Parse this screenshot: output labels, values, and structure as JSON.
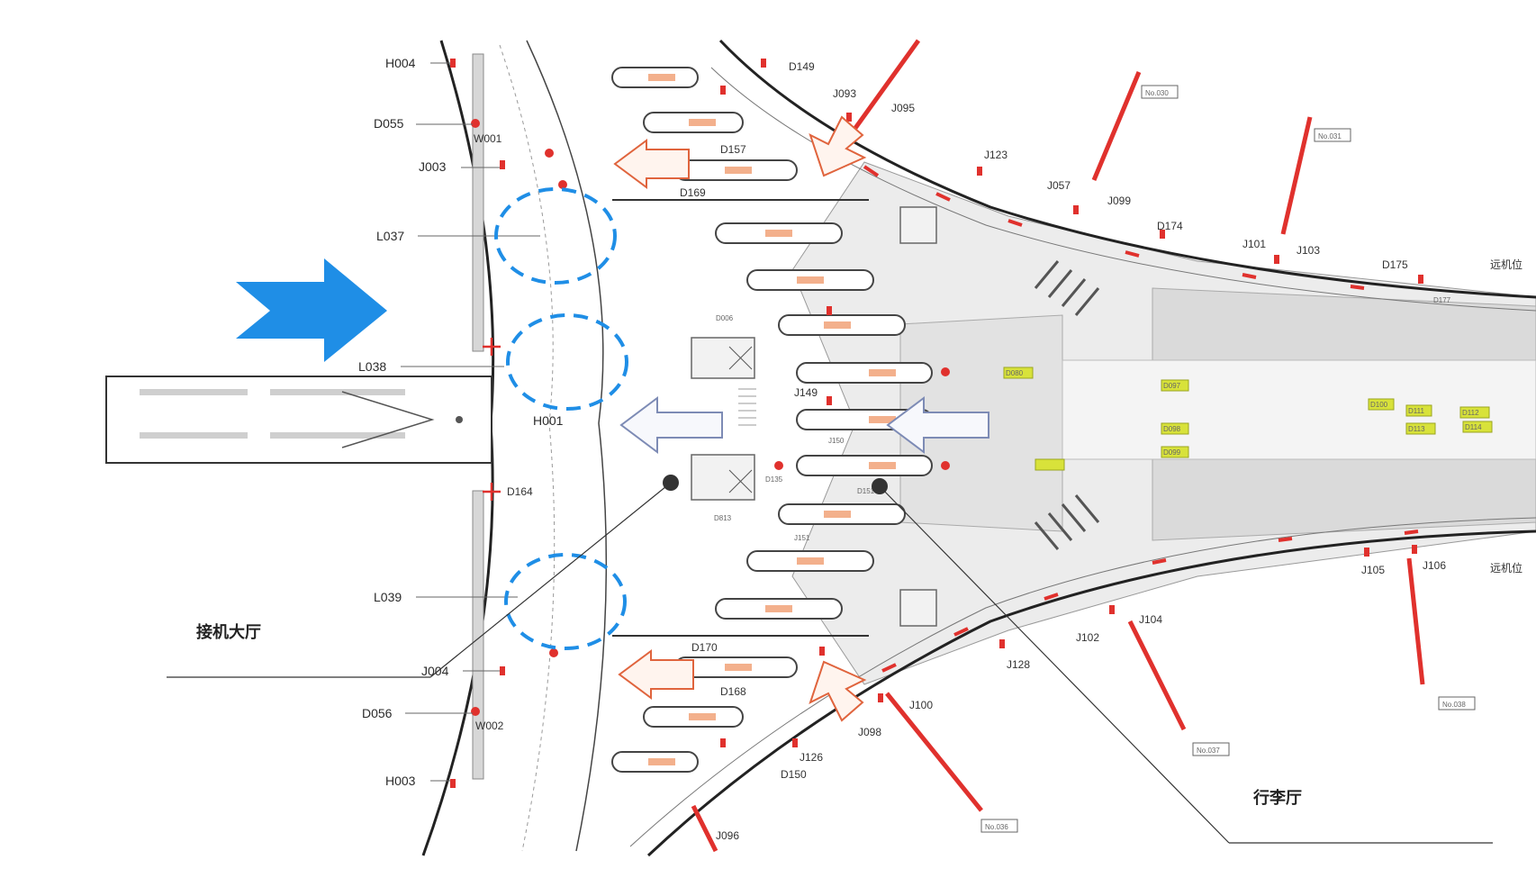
{
  "labels": {
    "arrival_hall": "接机大厅",
    "baggage_hall": "行李厅"
  },
  "map": {
    "pier_labels": [
      "H004",
      "D055",
      "W001",
      "J003",
      "L037",
      "L038",
      "H001",
      "D164",
      "L039",
      "J004",
      "D056",
      "W002",
      "H003"
    ],
    "north_labels": [
      "D149",
      "J093",
      "J095",
      "D157",
      "D169",
      "J123",
      "J057",
      "J099",
      "D174",
      "J101",
      "J103",
      "D175",
      "D177",
      "远机位"
    ],
    "south_labels": [
      "D170",
      "D168",
      "J126",
      "D150",
      "J100",
      "J098",
      "J102",
      "J104",
      "J105",
      "J106",
      "J128",
      "J096",
      "远机位"
    ],
    "center_labels": [
      "D006",
      "J149",
      "J150",
      "D135",
      "D151",
      "D813",
      "J151"
    ],
    "stand_labels": [
      "No.030",
      "No.031",
      "No.036",
      "No.037",
      "No.038"
    ],
    "highlight_labels": [
      "D080",
      "D097",
      "D098",
      "D099",
      "D100",
      "D111",
      "D112",
      "D113",
      "D114"
    ]
  },
  "colors": {
    "arrow_blue": "#1f8ee6",
    "circle_blue": "#1f8ee6",
    "red": "#e0312d",
    "floor_gray": "#ececec",
    "line_dark": "#333333"
  },
  "icons": [
    "direction-arrow-icon",
    "flow-arrow-icon"
  ]
}
